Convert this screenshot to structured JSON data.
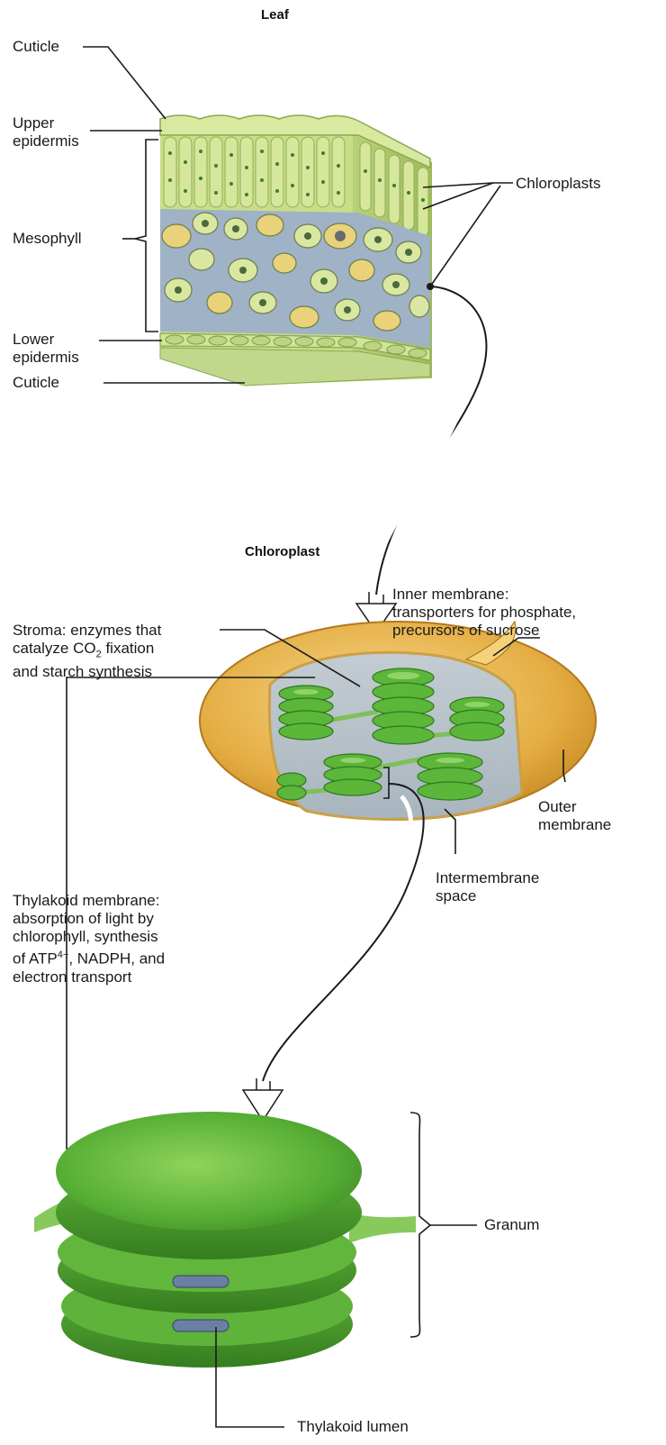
{
  "titles": {
    "leaf": "Leaf",
    "chloroplast": "Chloroplast"
  },
  "leaf_labels": {
    "cuticle_top": "Cuticle",
    "upper_epidermis": [
      "Upper",
      "epidermis"
    ],
    "mesophyll": "Mesophyll",
    "lower_epidermis": [
      "Lower",
      "epidermis"
    ],
    "cuticle_bottom": "Cuticle",
    "chloroplasts": "Chloroplasts"
  },
  "chloroplast_labels": {
    "inner_membrane": [
      "Inner membrane:",
      "transporters for phosphate,",
      "precursors of sucrose"
    ],
    "stroma": {
      "line1": "Stroma: enzymes that",
      "line2_pre": "catalyze CO",
      "line2_sub": "2",
      "line2_post": " fixation",
      "line3": "and starch synthesis"
    },
    "outer_membrane": [
      "Outer",
      "membrane"
    ],
    "intermembrane_space": [
      "Intermembrane",
      "space"
    ]
  },
  "thylakoid_labels": {
    "thylakoid_membrane": {
      "line1": "Thylakoid membrane:",
      "line2": "absorption of light by",
      "line3": "chlorophyll, synthesis",
      "line4_pre": "of ATP",
      "line4_sup": "4−",
      "line4_post": ", NADPH, and",
      "line5": "electron transport"
    },
    "granum": "Granum",
    "thylakoid_lumen": "Thylakoid lumen"
  },
  "colors": {
    "leaf_green": "#cfe08a",
    "mesophyll_blue": "#9fb3c8",
    "chloroplast_gold": "#e8b64a",
    "thylakoid_green": "#58b03a",
    "lumen_blue": "#6a7fa3",
    "line": "#1a1a1a"
  }
}
